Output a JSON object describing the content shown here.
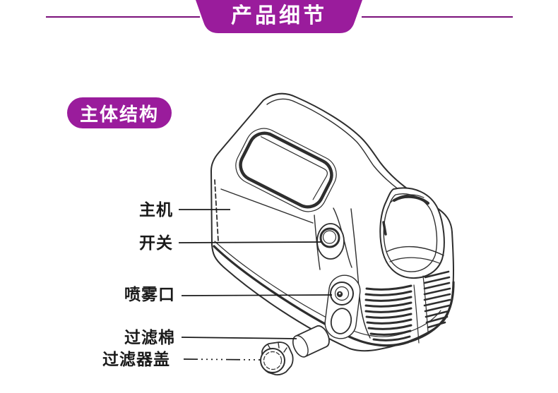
{
  "colors": {
    "purple": "#9A1C9C",
    "divider": "#7A107A",
    "ink": "#1a1a1a",
    "line": "#2e2e2e"
  },
  "header": {
    "title": "产品细节"
  },
  "section": {
    "badge": "主体结构"
  },
  "diagram": {
    "labels": {
      "main_unit": "主机",
      "switch": "开关",
      "spray_port": "喷雾口",
      "filter_cotton": "过滤棉",
      "filter_cover": "过滤器盖"
    }
  }
}
